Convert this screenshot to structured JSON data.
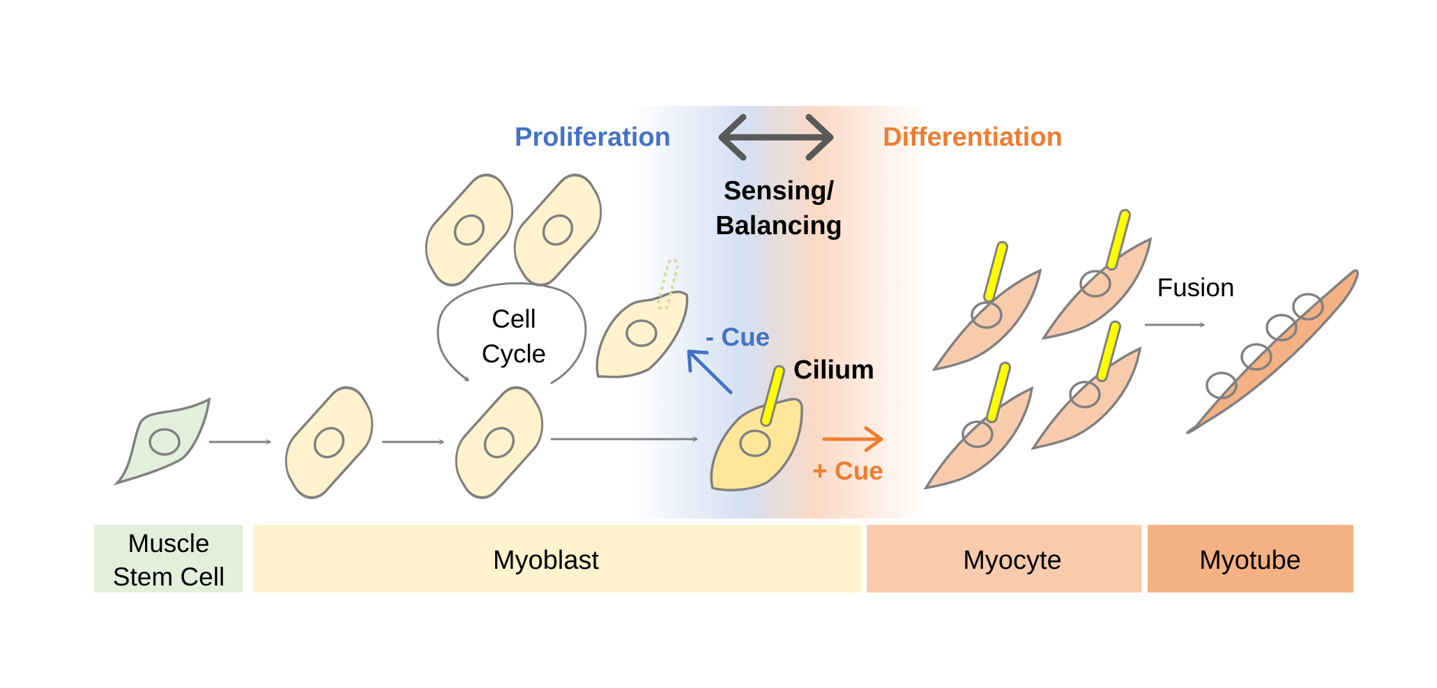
{
  "header": {
    "proliferation": "Proliferation",
    "differentiation": "Differentiation",
    "sensing_line1": "Sensing/",
    "sensing_line2": "Balancing"
  },
  "labels": {
    "cell_cycle_line1": "Cell",
    "cell_cycle_line2": "Cycle",
    "minus_cue": "- Cue",
    "plus_cue": "+ Cue",
    "cilium": "Cilium",
    "fusion": "Fusion"
  },
  "stages": [
    {
      "line1": "Muscle",
      "line2": "Stem Cell"
    },
    {
      "line1": "Myoblast"
    },
    {
      "line1": "Myocyte"
    },
    {
      "line1": "Myotube"
    }
  ],
  "colors": {
    "proliferation": "#4472c4",
    "differentiation": "#ed7d31",
    "stem_cell_fill": "#e2efda",
    "myoblast_fill": "#fff2cc",
    "ciliated_myoblast_fill": "#ffe699",
    "myocyte_fill": "#f8cbad",
    "myotube_fill": "#f4b183",
    "cilium": "#ffff00",
    "outline": "#808080",
    "double_arrow": "#595959"
  }
}
